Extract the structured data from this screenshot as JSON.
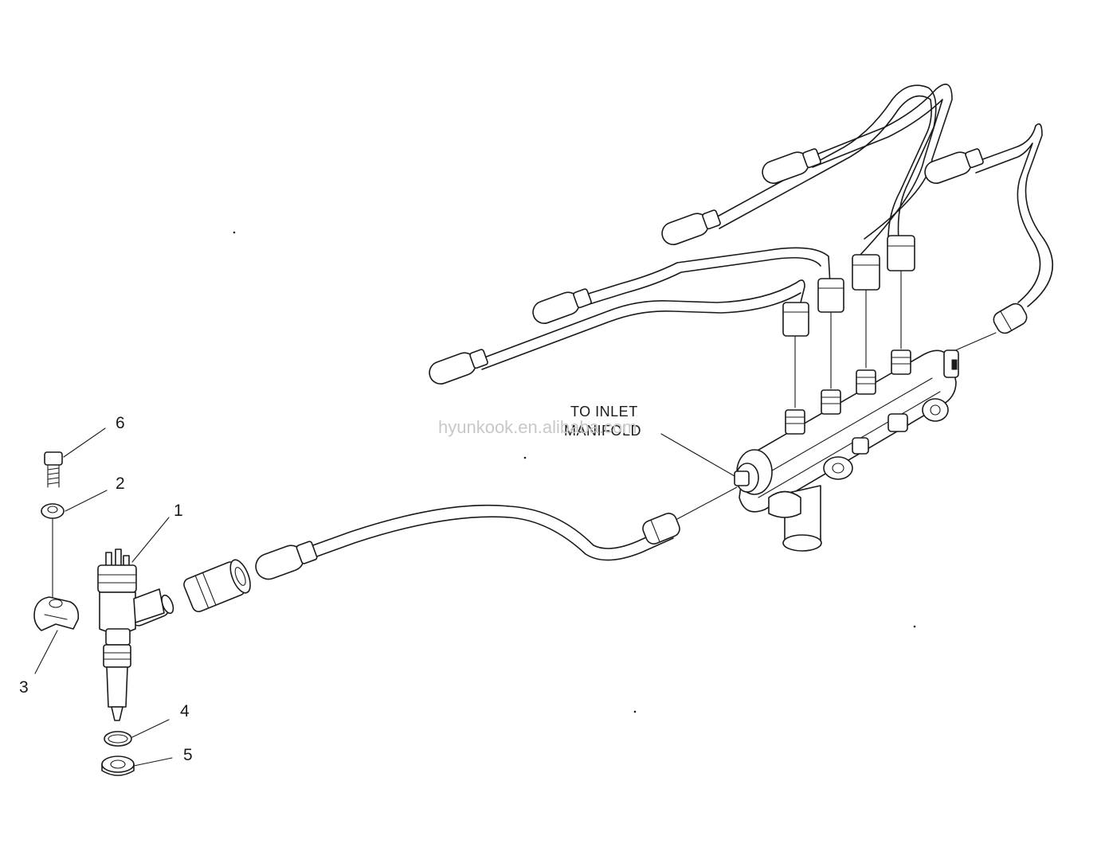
{
  "diagram": {
    "callouts": [
      {
        "id": "1",
        "text": "1"
      },
      {
        "id": "2",
        "text": "2"
      },
      {
        "id": "3",
        "text": "3"
      },
      {
        "id": "4",
        "text": "4"
      },
      {
        "id": "5",
        "text": "5"
      },
      {
        "id": "6",
        "text": "6"
      }
    ],
    "annotation": {
      "line1": "TO INLET",
      "line2": "MANIFOLD"
    },
    "watermark": "hyunkook.en.alibaba.com"
  }
}
